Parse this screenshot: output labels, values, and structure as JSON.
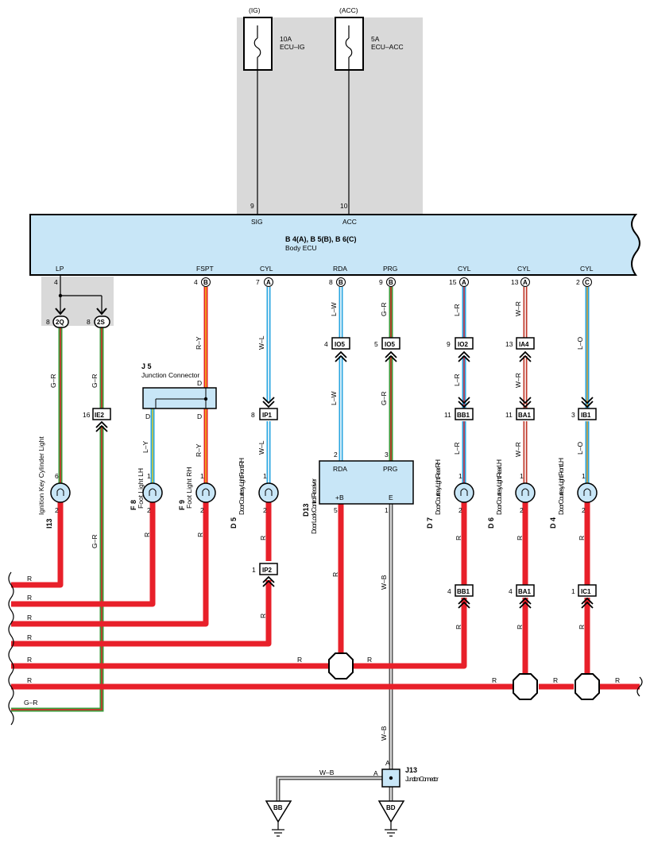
{
  "fuses": [
    {
      "top": "(IG)",
      "rating": "10A",
      "name": "ECU–IG",
      "pin": "9",
      "signal": "SIG"
    },
    {
      "top": "(ACC)",
      "rating": "5A",
      "name": "ECU–ACC",
      "pin": "10",
      "signal": "ACC"
    }
  ],
  "ecu": {
    "id": "B 4(A), B 5(B), B 6(C)",
    "name": "Body ECU",
    "terminals": [
      {
        "signal": "LP",
        "pin": "4",
        "conn": ""
      },
      {
        "signal": "FSPT",
        "pin": "4",
        "conn": "B"
      },
      {
        "signal": "CYL",
        "pin": "7",
        "conn": "A"
      },
      {
        "signal": "RDA",
        "pin": "8",
        "conn": "B"
      },
      {
        "signal": "PRG",
        "pin": "9",
        "conn": "B"
      },
      {
        "signal": "CYL",
        "pin": "15",
        "conn": "A"
      },
      {
        "signal": "CYL",
        "pin": "13",
        "conn": "A"
      },
      {
        "signal": "CYL",
        "pin": "2",
        "conn": "C"
      }
    ]
  },
  "inline_connectors": [
    {
      "pin": "8",
      "id": "2Q"
    },
    {
      "pin": "8",
      "id": "2S"
    },
    {
      "pin": "16",
      "id": "IE2"
    },
    {
      "pin": "8",
      "id": "IP1"
    },
    {
      "pin": "4",
      "id": "IO5"
    },
    {
      "pin": "5",
      "id": "IO5"
    },
    {
      "pin": "9",
      "id": "IO2"
    },
    {
      "pin": "13",
      "id": "IA4"
    },
    {
      "pin": "11",
      "id": "BB1"
    },
    {
      "pin": "11",
      "id": "BA1"
    },
    {
      "pin": "3",
      "id": "IB1"
    },
    {
      "pin": "1",
      "id": "IP2"
    },
    {
      "pin": "4",
      "id": "BB1"
    },
    {
      "pin": "4",
      "id": "BA1"
    },
    {
      "pin": "1",
      "id": "IC1"
    }
  ],
  "wire_colors": {
    "GR": "G–R",
    "RY": "R–Y",
    "WL": "W–L",
    "LW": "L–W",
    "LR": "L–R",
    "WR": "W–R",
    "LO": "L–O",
    "LY": "L–Y",
    "R": "R",
    "WB": "W–B"
  },
  "lamps": [
    {
      "id": "I13",
      "name": "Ignition Key Cylinder Light",
      "pin_top": "6",
      "pin_bottom": "2"
    },
    {
      "id": "F 8",
      "name": "Foot Light LH",
      "pin_top": "1",
      "pin_bottom": "2"
    },
    {
      "id": "F 9",
      "name": "Foot Light RH",
      "pin_top": "1",
      "pin_bottom": "2"
    },
    {
      "id": "D 5",
      "name": "Door Courtesy Light Front RH",
      "pin_top": "1",
      "pin_bottom": "2"
    },
    {
      "id": "D 7",
      "name": "Door Courtesy Light Rear RH",
      "pin_top": "1",
      "pin_bottom": "2"
    },
    {
      "id": "D 6",
      "name": "Door Courtesy Light Rear LH",
      "pin_top": "1",
      "pin_bottom": "2"
    },
    {
      "id": "D 4",
      "name": "Door Courtesy Light Front LH",
      "pin_top": "1",
      "pin_bottom": "2"
    }
  ],
  "junctions": {
    "j5": {
      "id": "J 5",
      "name": "Junction Connector",
      "pin": "D"
    },
    "j13": {
      "id": "J13",
      "name": "Junction Connector",
      "pin": "A"
    }
  },
  "receiver": {
    "id": "D13",
    "name": "Door Lock Control Receiver",
    "pins": [
      {
        "num": "2",
        "signal": "RDA"
      },
      {
        "num": "3",
        "signal": "PRG"
      },
      {
        "num": "5",
        "signal": "+B"
      },
      {
        "num": "1",
        "signal": "E"
      }
    ]
  },
  "grounds": [
    "BB",
    "BD"
  ],
  "colors": {
    "ecu_fill": "#c8e6f7",
    "shade": "#d9d9d9",
    "red": "#e8202a",
    "green": "#3a9b3a",
    "yellow": "#f2d21a",
    "blue": "#2aa6e0",
    "white": "#ffffff"
  }
}
